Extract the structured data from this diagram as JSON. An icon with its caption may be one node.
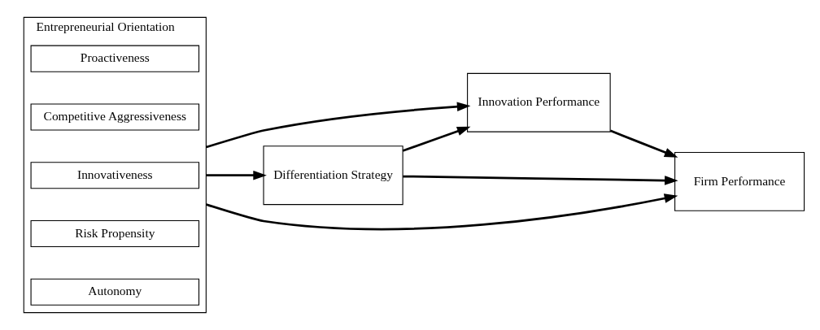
{
  "diagram": {
    "nodes": [
      {
        "text": [
          "Entrepreneurial Orientation"
        ]
      },
      {
        "text": [
          "Proactiveness"
        ],
        "in": 0
      },
      {
        "text": [
          "Competitive Aggressiveness"
        ],
        "in": 0
      },
      {
        "text": [
          "Innovativeness"
        ],
        "in": 0
      },
      {
        "text": [
          "Risk Propensity"
        ],
        "in": 0
      },
      {
        "text": [
          "Autonomy"
        ],
        "in": 0
      },
      {
        "text": [
          "Innovation Performance"
        ]
      },
      {
        "text": [
          "Differentiation Strategy"
        ]
      },
      {
        "text": [
          "Firm Performance"
        ]
      }
    ],
    "edges": [
      {
        "from": 0,
        "to": 6,
        "arrow": "to"
      },
      {
        "from": 0,
        "to": 7,
        "arrow": "to"
      },
      {
        "from": 7,
        "to": 6,
        "arrow": "to"
      },
      {
        "from": 6,
        "to": 8,
        "arrow": "to"
      },
      {
        "from": 7,
        "to": 8,
        "arrow": "to"
      },
      {
        "from": 0,
        "to": 8,
        "arrow": "to"
      }
    ]
  }
}
